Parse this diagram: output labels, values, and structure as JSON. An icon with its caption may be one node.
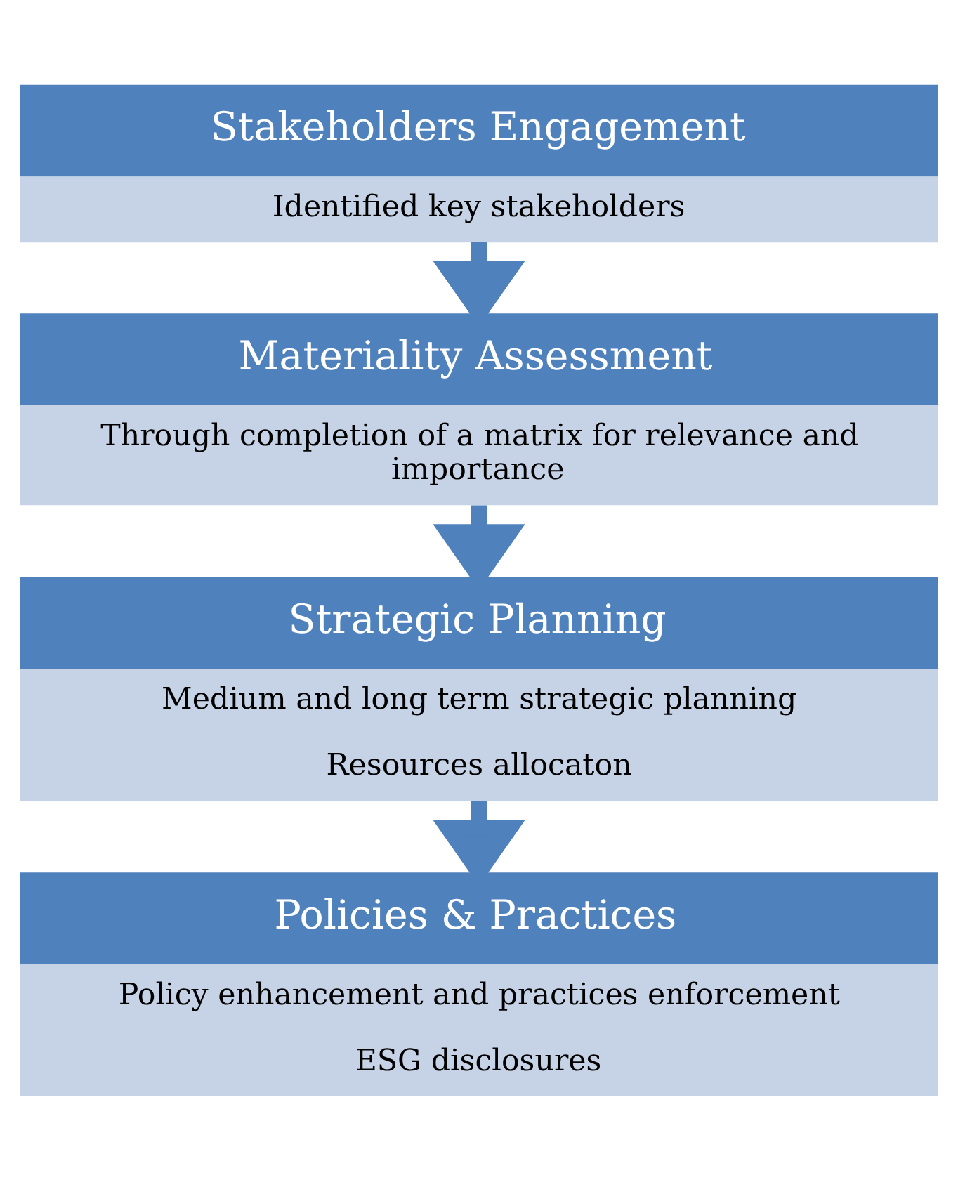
{
  "diagram": {
    "nodes": [
      {
        "text": [
          "Stakeholders Engagement",
          "Identified key stakeholders"
        ]
      },
      {
        "text": [
          "Materiality Assessment",
          "Through completion of a matrix for relevance and importance"
        ]
      },
      {
        "text": [
          "Strategic Planning",
          "Medium and long term strategic planning",
          "Resources allocaton"
        ]
      },
      {
        "text": [
          "Policies & Practices",
          "Policy enhancement and practices enforcement",
          "ESG disclosures"
        ]
      }
    ],
    "edges": [
      {
        "from": 0,
        "to": 1,
        "arrow": "to"
      },
      {
        "from": 1,
        "to": 2,
        "arrow": "to"
      },
      {
        "from": 2,
        "to": 3,
        "arrow": "to"
      }
    ]
  }
}
